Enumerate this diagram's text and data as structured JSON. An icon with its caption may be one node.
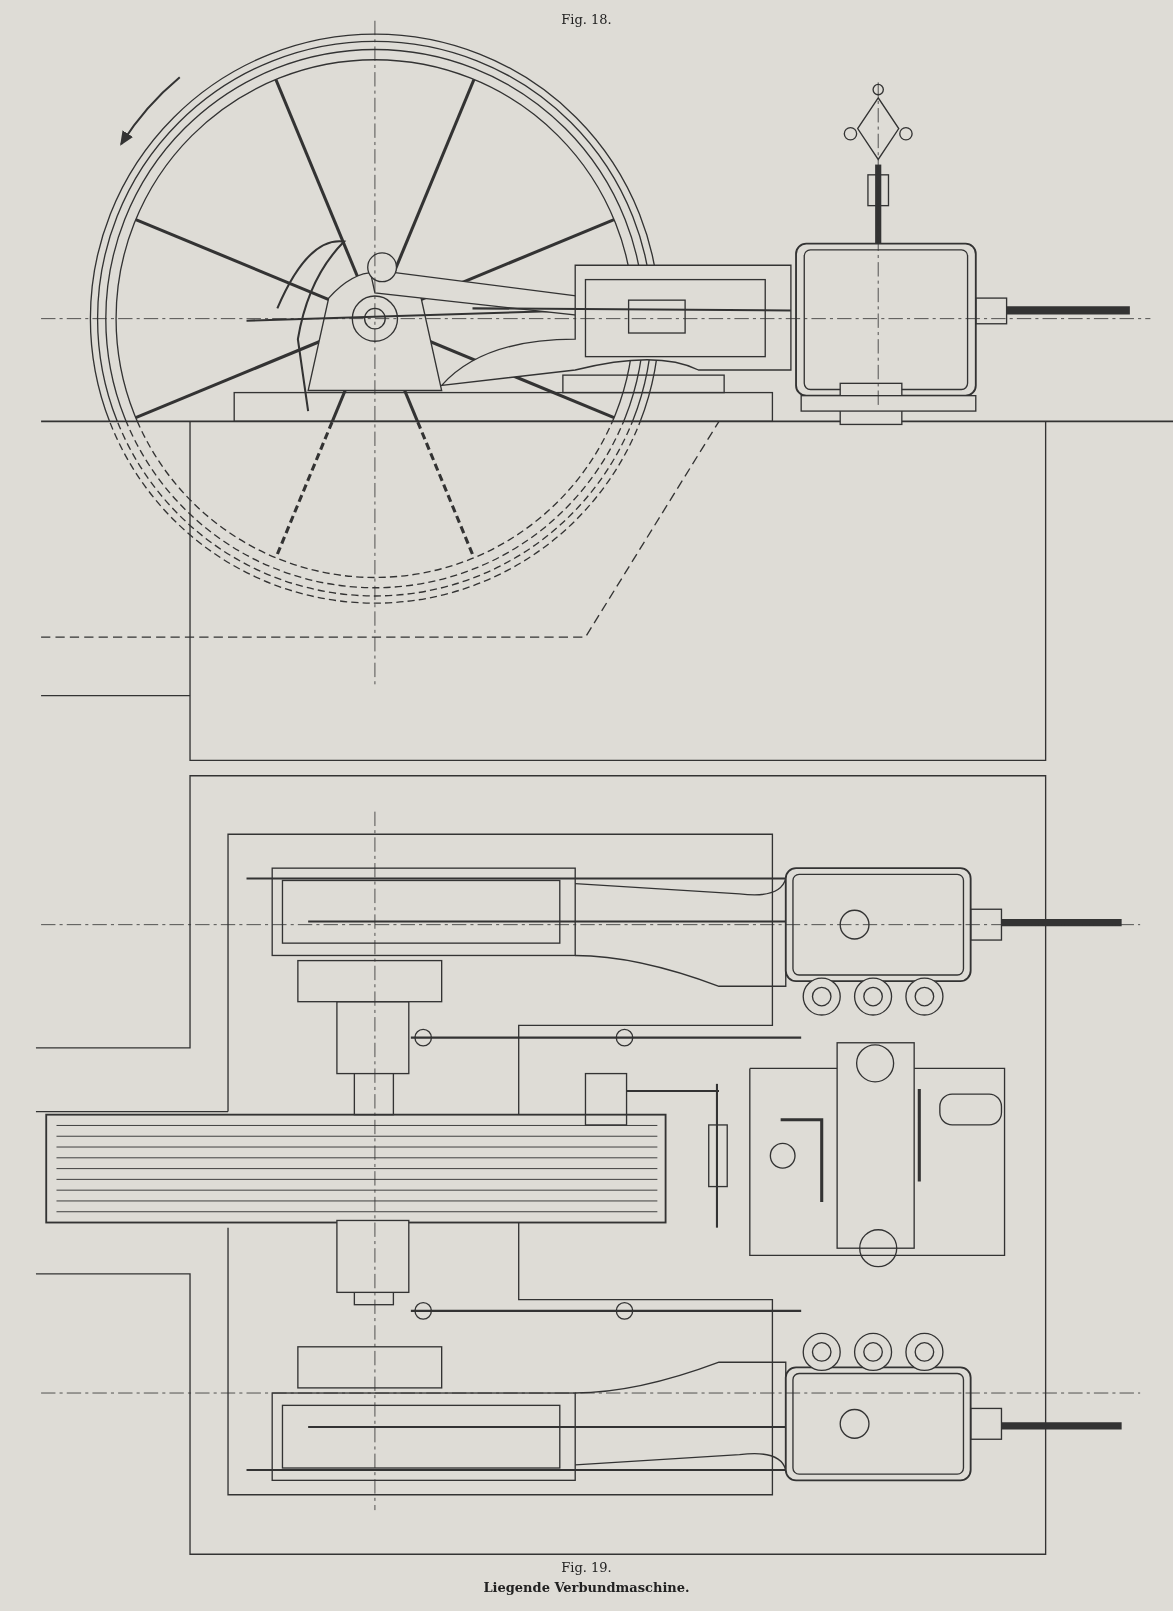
{
  "diagram": {
    "caption": "Liegende Verbundmaschine.",
    "labels": [
      "Fig. 18.",
      "Fig. 19."
    ]
  }
}
